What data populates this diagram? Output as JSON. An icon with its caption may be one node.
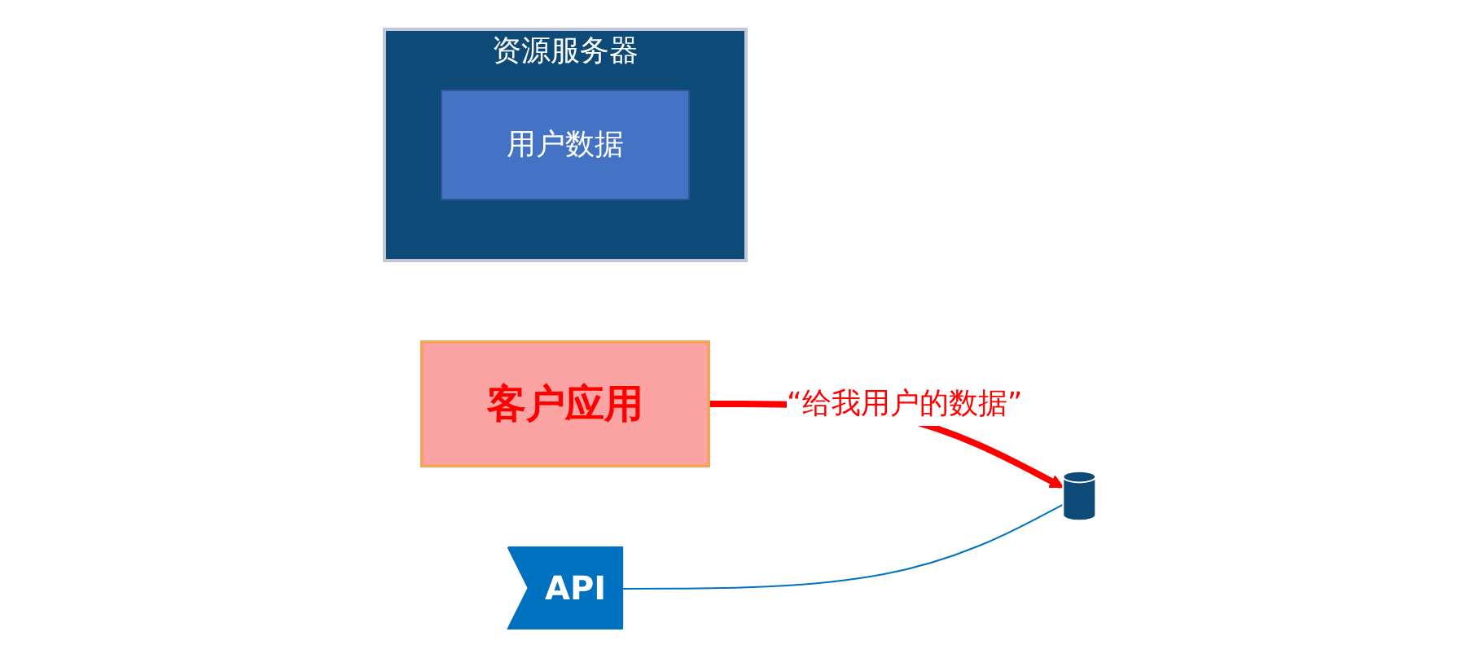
{
  "diagram": {
    "nodes": [
      {
        "text": [
          "客户应用"
        ]
      },
      {
        "text": [
          "资源服务器"
        ]
      },
      {
        "text": [
          "API"
        ]
      },
      {
        "text": [],
        "shape": "cylinder"
      },
      {
        "text": [
          "用户数据"
        ],
        "in": 1
      }
    ],
    "edges": [
      {
        "from": 0,
        "to": 3,
        "arrow": "to",
        "label": "“给我用户的数据”",
        "style": "thick",
        "color": "#ff0000"
      },
      {
        "from": 2,
        "to": 3,
        "arrow": "none",
        "color": "#0070c0"
      }
    ]
  }
}
